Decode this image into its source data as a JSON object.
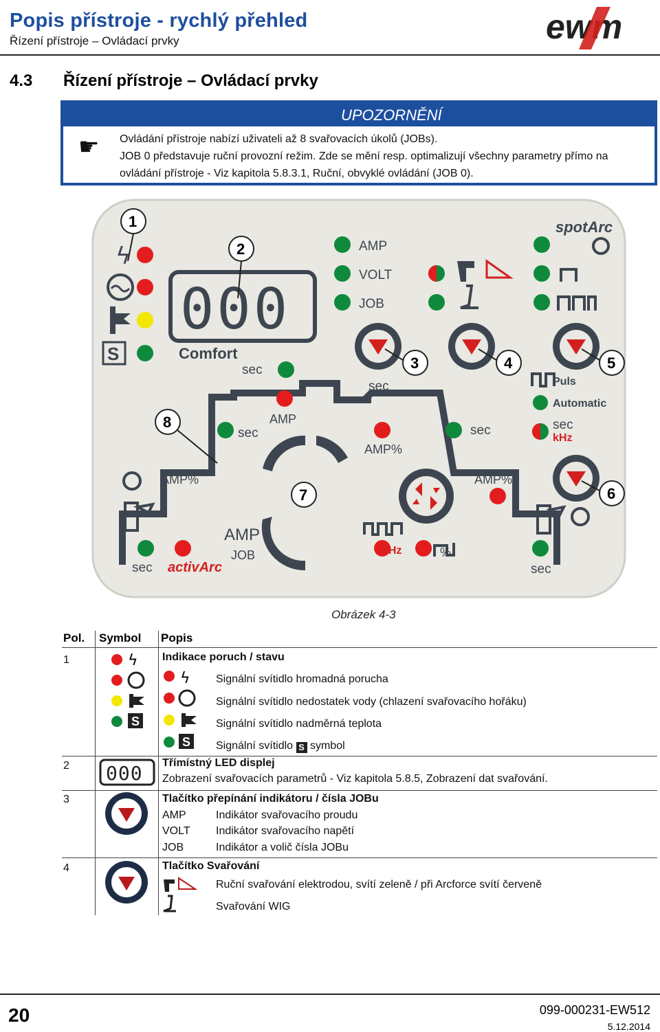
{
  "header": {
    "title": "Popis přístroje - rychlý přehled",
    "subtitle": "Řízení přístroje – Ovládací prvky",
    "logo_text": "ewm"
  },
  "section": {
    "number": "4.3",
    "title": "Řízení přístroje – Ovládací prvky"
  },
  "note": {
    "label": "UPOZORNĚNÍ",
    "lines": [
      "Ovládání přístroje nabízí uživateli až 8 svařovacích úkolů (JOBs).",
      "JOB 0 představuje ruční provozní režim. Zde se mění resp. optimalizují všechny parametry přímo na",
      "ovládání přístroje - Viz kapitola 5.8.3.1, Ruční, obvyklé ovládání (JOB 0)."
    ]
  },
  "panel": {
    "display_digits": "000",
    "comfort": "Comfort",
    "callouts": [
      "1",
      "2",
      "3",
      "4",
      "5",
      "6",
      "7",
      "8"
    ],
    "labels": {
      "amp": "AMP",
      "volt": "VOLT",
      "job": "JOB",
      "sec": "sec",
      "amp_pct": "AMP%",
      "khz": "kHz",
      "pct": "%",
      "puls": "Puls",
      "automatic": "Automatic",
      "spotarc": "spotArc",
      "activarc": "activArc"
    }
  },
  "figure_caption": "Obrázek 4-3",
  "legend": {
    "headers": {
      "pos": "Pol.",
      "symbol": "Symbol",
      "desc": "Popis"
    },
    "rows": [
      {
        "pos": "1",
        "title": "Indikace poruch / stavu",
        "items": [
          "Signální svítidlo hromadná porucha",
          "Signální svítidlo nedostatek vody (chlazení svařovacího hořáku)",
          "Signální svítidlo nadměrná teplota",
          "Signální svítidlo",
          "symbol"
        ]
      },
      {
        "pos": "2",
        "title": "Třímístný LED displej",
        "desc": "Zobrazení svařovacích parametrů - Viz kapitola 5.8.5, Zobrazení dat svařování.",
        "digits": "000"
      },
      {
        "pos": "3",
        "title": "Tlačítko přepínání indikátoru / čísla JOBu",
        "items": [
          {
            "key": "AMP",
            "value": "Indikátor svařovacího proudu"
          },
          {
            "key": "VOLT",
            "value": "Indikátor svařovacího napětí"
          },
          {
            "key": "JOB",
            "value": "Indikátor a volič čísla JOBu"
          }
        ]
      },
      {
        "pos": "4",
        "title": "Tlačítko Svařování",
        "items": [
          "Ruční svařování elektrodou, svítí zeleně / při Arcforce svítí červeně",
          "Svařování WIG"
        ]
      }
    ]
  },
  "footer": {
    "page": "20",
    "doc": "099-000231-EW512",
    "date": "5.12.2014"
  },
  "colors": {
    "brand_blue": "#1d4f9f",
    "led_red": "#e31d1d",
    "led_green": "#0f8a3c",
    "led_yellow": "#f3e600",
    "panel_bg": "#e9e8e2",
    "panel_dark": "#3d4650",
    "arc_red": "#d3201e"
  }
}
